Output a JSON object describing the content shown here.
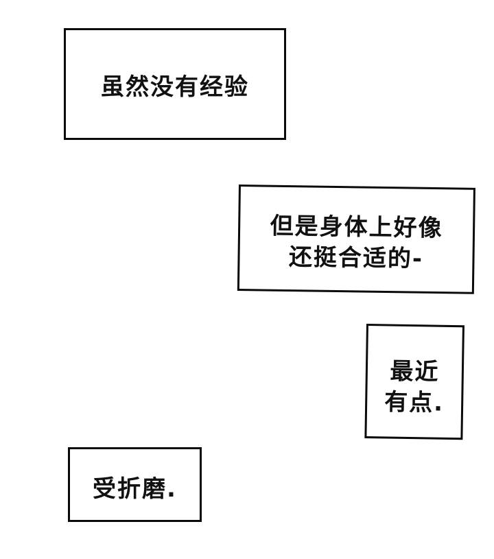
{
  "page": {
    "background_color": "#ffffff",
    "box_border_color": "#0a0a0a",
    "text_color": "#111111"
  },
  "bubbles": [
    {
      "id": "caption-box-1",
      "lines": [
        "虽然没有经验"
      ]
    },
    {
      "id": "caption-box-2",
      "lines": [
        "但是身体上好像",
        "还挺合适的-"
      ]
    },
    {
      "id": "caption-box-3",
      "lines": [
        "最近",
        "有点."
      ]
    },
    {
      "id": "caption-box-4",
      "lines": [
        "受折磨."
      ]
    }
  ]
}
